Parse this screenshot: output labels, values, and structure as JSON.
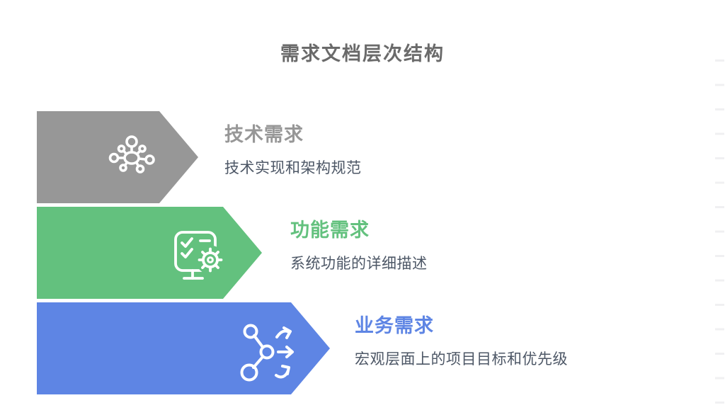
{
  "page": {
    "title": "需求文档层次结构",
    "title_color": "#6a6a6a",
    "background": "#ffffff",
    "text_color": "#4d5766"
  },
  "sections": [
    {
      "title": "技术需求",
      "description": "技术实现和架构规范",
      "accent": "#979797",
      "icon": "network-hub-icon"
    },
    {
      "title": "功能需求",
      "description": "系统功能的详细描述",
      "accent": "#63c17e",
      "icon": "checklist-gear-icon"
    },
    {
      "title": "业务需求",
      "description": "宏观层面上的项目目标和优先级",
      "accent": "#5e85e4",
      "icon": "share-branch-icon"
    }
  ],
  "decor": {
    "right_edge_dash_count": 15,
    "dash_color": "#f0f0f2"
  }
}
